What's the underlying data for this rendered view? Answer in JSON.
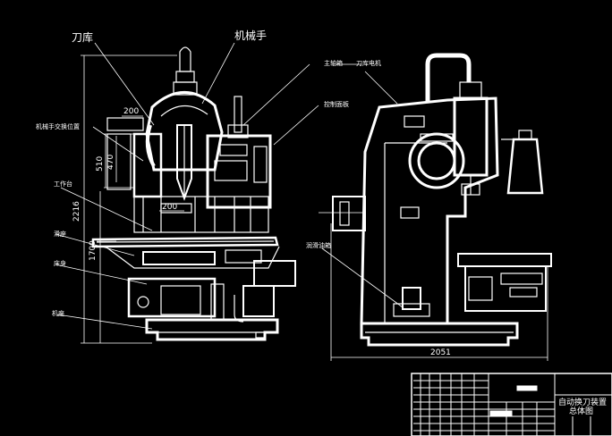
{
  "labels": {
    "tool_magazine": "刀库",
    "manipulator": "机械手",
    "spindle_box": "主轴箱",
    "magazine_motor": "刀库电机",
    "control_panel": "控制面板",
    "manip_exchange_pos": "机械手交换位置",
    "worktable": "工作台",
    "saddle": "滑座",
    "bed": "床身",
    "base": "机座",
    "lube_box": "润滑油箱"
  },
  "dimensions": {
    "d200_top": "200",
    "d200_mid": "200",
    "d510": "510",
    "d470": "470",
    "d2216": "2216",
    "d1700": "1700",
    "d2051": "2051"
  },
  "title_block": {
    "title_line1": "自动换刀装置",
    "title_line2": "总体图"
  },
  "colors": {
    "background": "#000000",
    "line": "#ffffff"
  }
}
